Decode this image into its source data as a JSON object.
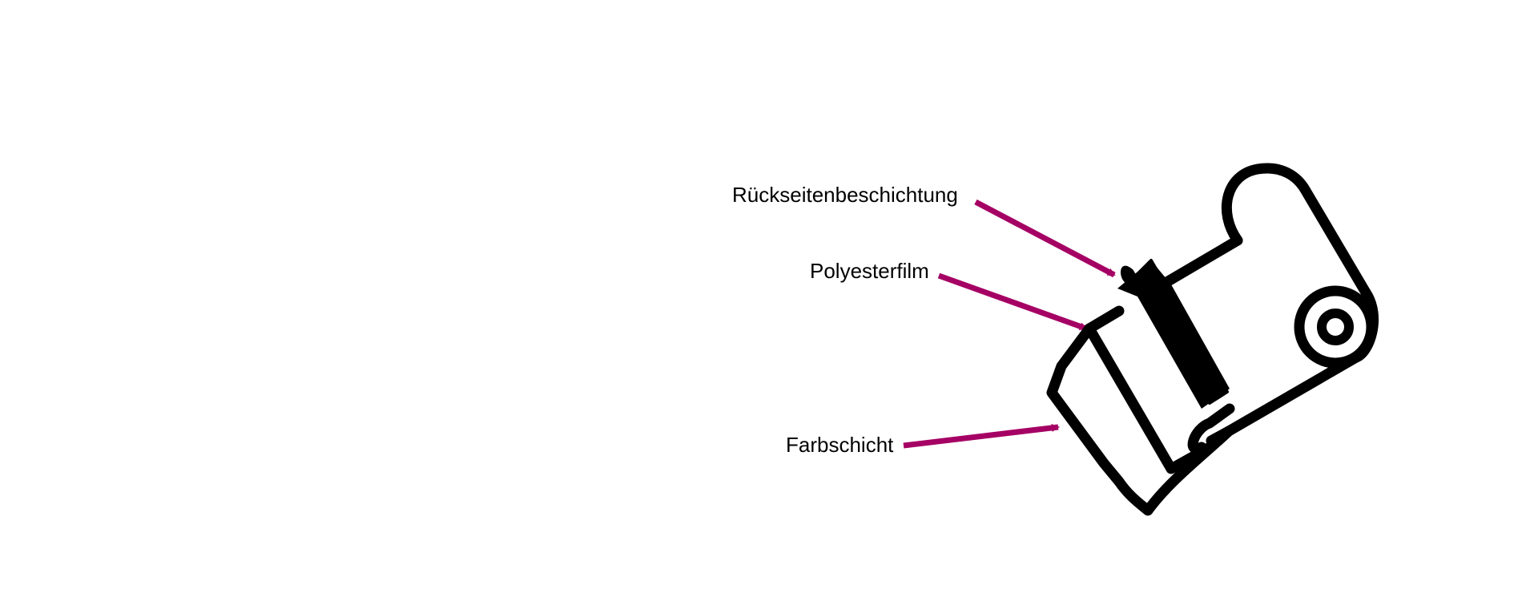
{
  "labels": {
    "backside_coating": "Rückseitenbeschichtung",
    "polyester_film": "Polyesterfilm",
    "ink_layer": "Farbschicht"
  },
  "icons": {
    "ribbon": "thermal-transfer-ribbon-roll-icon"
  },
  "colors": {
    "arrow": "#A50064",
    "outline": "#000000"
  }
}
